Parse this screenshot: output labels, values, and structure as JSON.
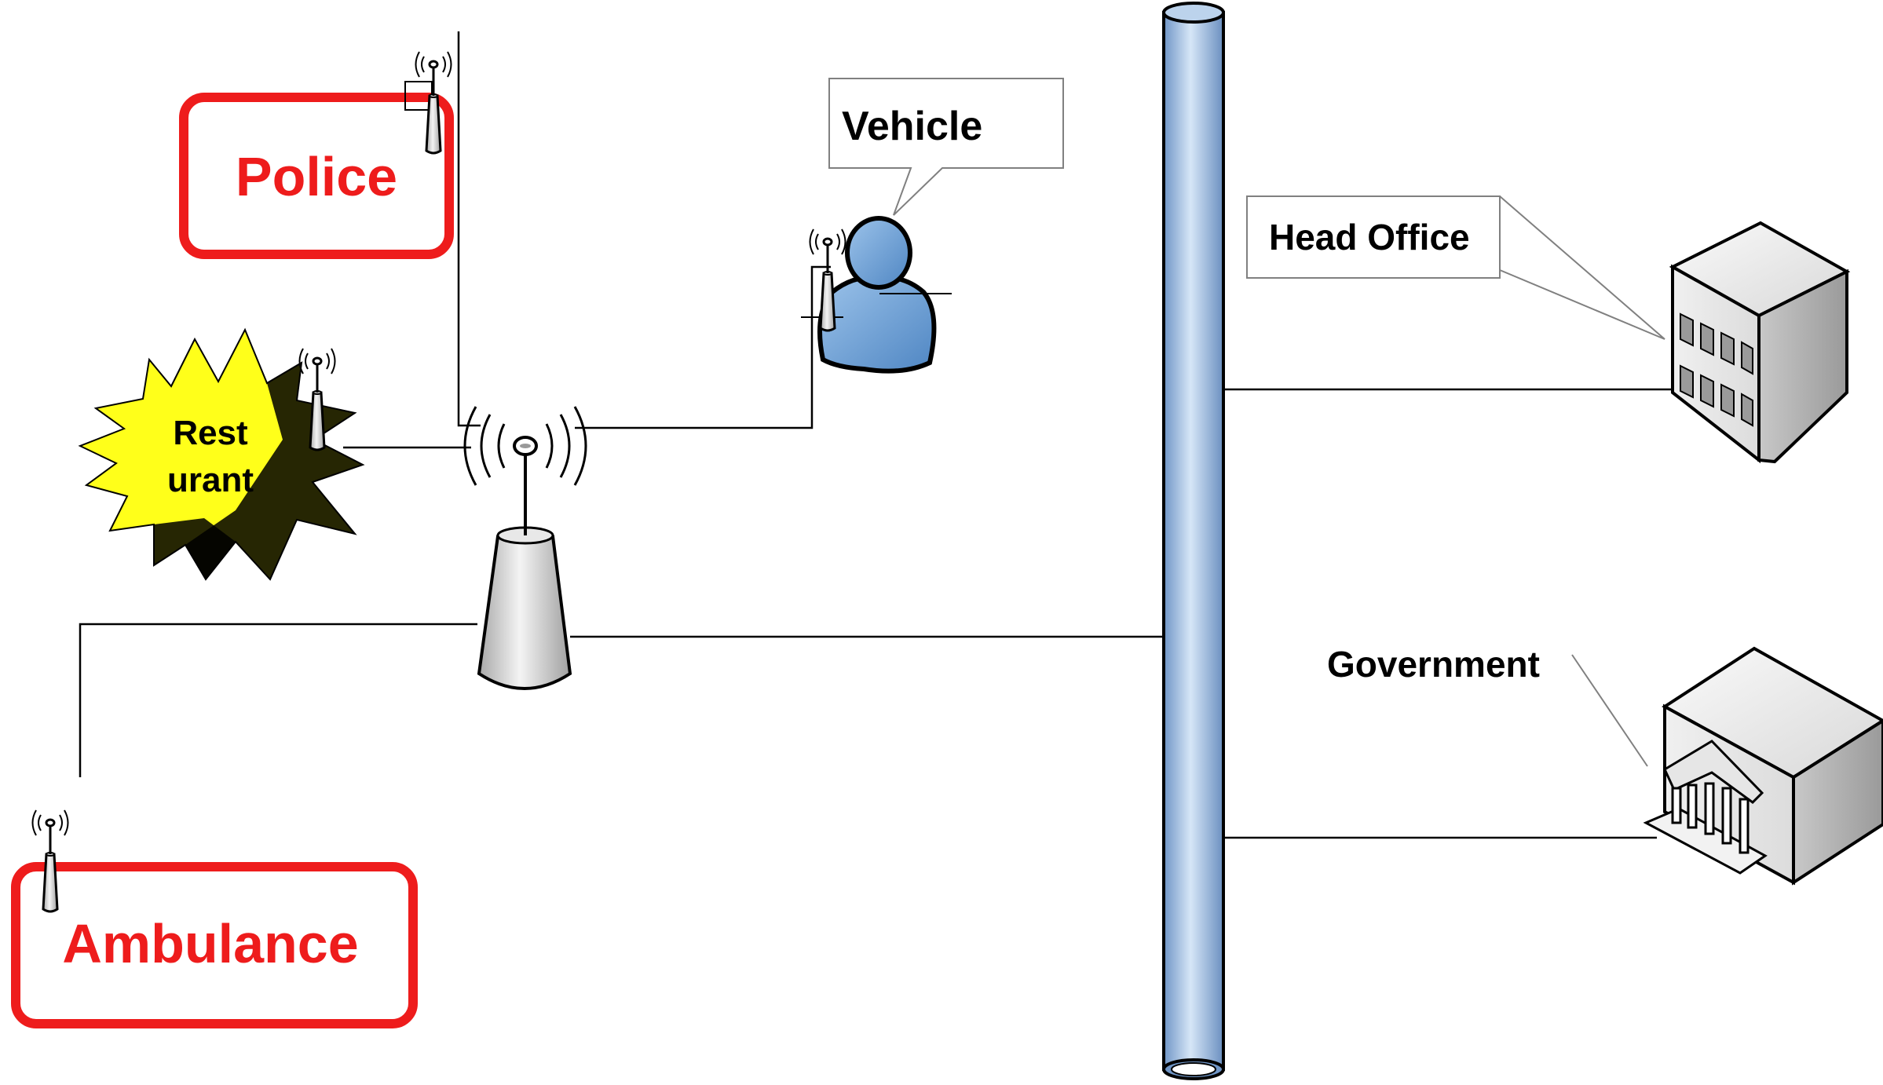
{
  "labels": {
    "police": "Police",
    "ambulance": "Ambulance",
    "restaurant_line1": "Rest",
    "restaurant_line2": "urant",
    "vehicle": "Vehicle",
    "head_office": "Head Office",
    "government": "Government"
  },
  "colors": {
    "emergency_red": "#ee1c1c",
    "backbone_blue": "#9fbde0",
    "burst_yellow": "#ffff1a",
    "person_blue": "#6f9fd3",
    "building_grey": "#d9d9d9"
  },
  "icons": {
    "tower": "wireless-access-point-icon",
    "person": "user-icon",
    "office": "office-building-icon",
    "government": "government-building-icon",
    "backbone": "network-backbone-pipe-icon"
  }
}
